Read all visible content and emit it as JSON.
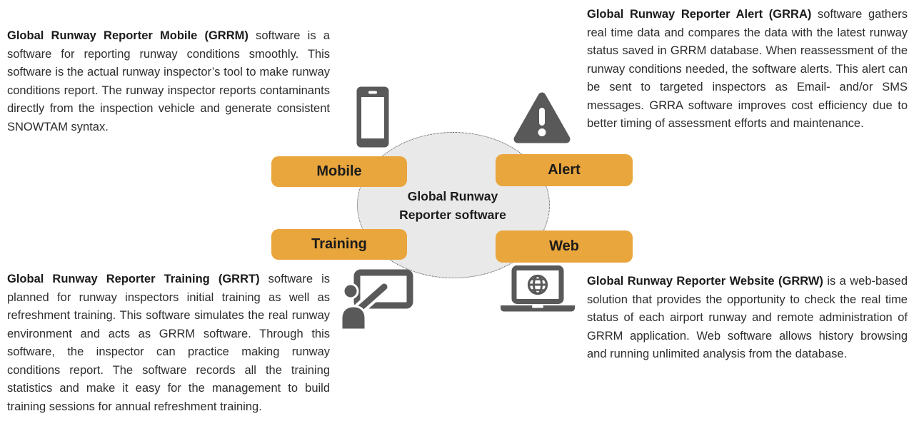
{
  "colors": {
    "accent": "#E9A63D",
    "icon": "#595959",
    "circle-fill": "#E9E9E9",
    "text": "#2D2D2D"
  },
  "center": {
    "line1": "Global Runway",
    "line2": "Reporter software"
  },
  "nodes": [
    {
      "id": "mobile",
      "label": "Mobile",
      "icon": "smartphone-icon"
    },
    {
      "id": "alert",
      "label": "Alert",
      "icon": "warning-triangle-icon"
    },
    {
      "id": "training",
      "label": "Training",
      "icon": "trainer-presentation-icon"
    },
    {
      "id": "web",
      "label": "Web",
      "icon": "laptop-globe-icon"
    }
  ],
  "sections": [
    {
      "id": "grrm",
      "heading": "Global Runway Reporter Mobile (GRRM)",
      "body": "software is a software for reporting runway conditions smoothly. This software is the actual runway inspector’s tool to make runway conditions report. The runway inspector reports contaminants directly from the inspection vehicle and generate consistent SNOWTAM syntax."
    },
    {
      "id": "grra",
      "heading": "Global Runway Reporter Alert (GRRA)",
      "body": "software gathers real time data and compares the data with the latest runway status saved in GRRM database. When reassessment of the runway conditions needed, the software alerts. This alert can be sent to targeted inspectors as Email- and/or SMS messages. GRRA software improves cost efficiency due to better timing of assessment efforts and maintenance."
    },
    {
      "id": "grrt",
      "heading": "Global Runway Reporter Training (GRRT)",
      "body": "software is planned for runway inspectors initial training as well as refreshment training. This software simulates the real runway environment and acts as GRRM software. Through this software, the inspector can practice making runway conditions report. The software records all the training statistics and make it easy for the management to build training sessions for annual refreshment training."
    },
    {
      "id": "grrw",
      "heading": "Global Runway Reporter Website (GRRW)",
      "body": "is a web-based solution that provides the opportunity to check the real time status of each airport runway and remote administration of GRRM application. Web software allows history browsing and running unlimited analysis from the database."
    }
  ]
}
